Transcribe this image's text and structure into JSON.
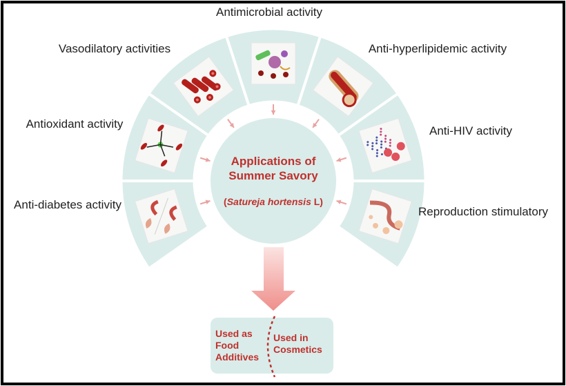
{
  "center": {
    "title_line1": "Applications of",
    "title_line2": "Summer Savory",
    "sci_open": "(",
    "sci_name": "Satureja hortensis",
    "sci_close": " L)"
  },
  "activities": {
    "antimicrobial": "Antimicrobial activity",
    "vasodilatory": "Vasodilatory activities",
    "antihyperlipidemic": "Anti-hyperlipidemic activity",
    "antioxidant": "Antioxidant activity",
    "antihiv": "Anti-HIV activity",
    "antidiabetes": "Anti-diabetes activity",
    "reproduction": "Reproduction stimulatory"
  },
  "uses": {
    "food_line1": "Used as",
    "food_line2": "Food",
    "food_line3": "Additives",
    "cosmetics_line1": "Used in",
    "cosmetics_line2": "Cosmetics"
  },
  "colors": {
    "ring": "#d9ecea",
    "panel": "#f3f4f4",
    "arrow": "#e8a3a0",
    "accent": "#c0302c",
    "frame": "#000000"
  }
}
